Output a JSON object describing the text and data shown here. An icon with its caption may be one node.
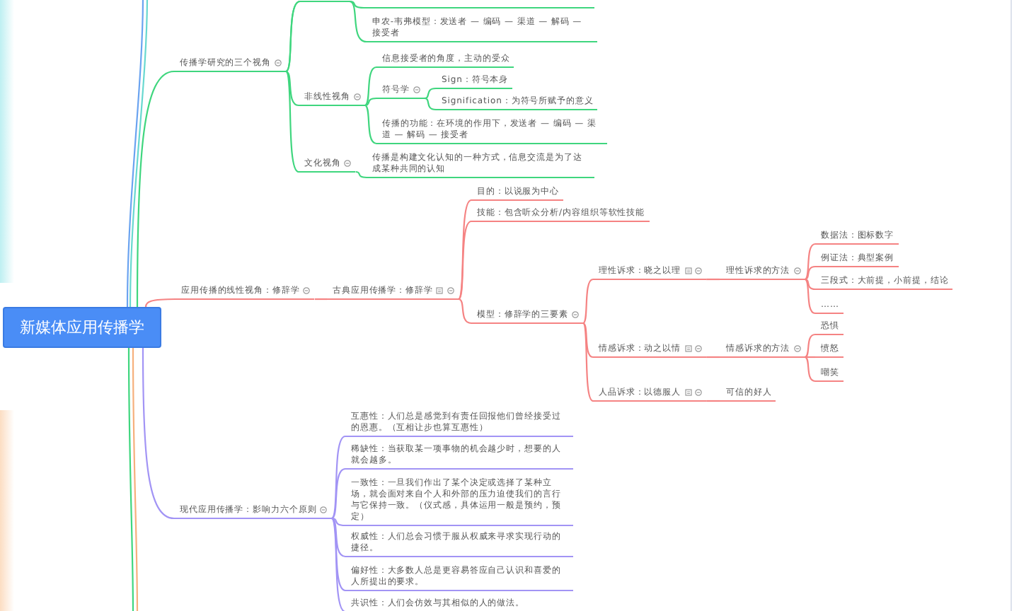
{
  "diagram": {
    "nodes": [
      {
        "text": [
          "新媒体应用传播学"
        ]
      },
      {
        "text": [
          "传播学研究的三个视角"
        ]
      },
      {
        "text": [],
        "shape": "line"
      },
      {
        "text": [
          "申农-韦弗模型：发送者 — 编码 — 渠道 — 解码 — 接受者"
        ]
      },
      {
        "text": [
          "非线性视角"
        ]
      },
      {
        "text": [
          "信息接受者的角度，主动的受众"
        ]
      },
      {
        "text": [
          "符号学"
        ]
      },
      {
        "text": [
          "Sign：符号本身"
        ]
      },
      {
        "text": [
          "Signification：为符号所赋予的意义"
        ]
      },
      {
        "text": [
          "传播的功能：在环境的作用下，发送者 — 编码 — 渠道 — 解码 — 接受者"
        ]
      },
      {
        "text": [
          "文化视角"
        ]
      },
      {
        "text": [
          "传播是构建文化认知的一种方式，信息交流是为了达成某种共同的认知"
        ]
      },
      {
        "text": [
          "应用传播的线性视角：修辞学"
        ]
      },
      {
        "text": [
          "古典应用传播学：修辞学"
        ]
      },
      {
        "text": [
          "目的：以说服为中心"
        ]
      },
      {
        "text": [
          "技能：包含听众分析/内容组织等软性技能"
        ]
      },
      {
        "text": [
          "模型：修辞学的三要素"
        ]
      },
      {
        "text": [
          "理性诉求：晓之以理"
        ]
      },
      {
        "text": [
          "理性诉求的方法"
        ]
      },
      {
        "text": [
          "数据法：图标数字"
        ]
      },
      {
        "text": [
          "例证法：典型案例"
        ]
      },
      {
        "text": [
          "三段式：大前提，小前提，结论"
        ]
      },
      {
        "text": [
          "……"
        ]
      },
      {
        "text": [
          "情感诉求：动之以情"
        ]
      },
      {
        "text": [
          "情感诉求的方法"
        ]
      },
      {
        "text": [
          "恐惧"
        ]
      },
      {
        "text": [
          "愤怒"
        ]
      },
      {
        "text": [
          "嘲笑"
        ]
      },
      {
        "text": [
          "人品诉求：以德服人"
        ]
      },
      {
        "text": [
          "可信的好人"
        ]
      },
      {
        "text": [
          "现代应用传播学：影响力六个原则"
        ]
      },
      {
        "text": [
          "互惠性：人们总是感觉到有责任回报他们曾经接受过的恩惠。（互相让步也算互惠性）"
        ]
      },
      {
        "text": [
          "稀缺性：当获取某一项事物的机会越少时，想要的人就会越多。"
        ]
      },
      {
        "text": [
          "一致性：一旦我们作出了某个决定或选择了某种立场，就会面对来自个人和外部的压力迫使我们的言行与它保持一致。（仪式感，具体运用一般是预约，预定）"
        ]
      },
      {
        "text": [
          "权威性：人们总会习惯于服从权威来寻求实现行动的捷径。"
        ]
      },
      {
        "text": [
          "偏好性：大多数人总是更容易答应自己认识和喜爱的人所提出的要求。"
        ]
      },
      {
        "text": [
          "共识性：人们会仿效与其相似的人的做法。"
        ]
      }
    ],
    "edges": [
      {
        "from": 0,
        "to": 1,
        "arrow": "none",
        "color": "#3fd67e"
      },
      {
        "from": 1,
        "to": 2,
        "arrow": "none",
        "color": "#3fd67e"
      },
      {
        "from": 1,
        "to": 3,
        "arrow": "none",
        "color": "#3fd67e"
      },
      {
        "from": 1,
        "to": 4,
        "arrow": "none",
        "color": "#3fd67e"
      },
      {
        "from": 4,
        "to": 5,
        "arrow": "none",
        "color": "#3fd67e"
      },
      {
        "from": 4,
        "to": 6,
        "arrow": "none",
        "color": "#3fd67e"
      },
      {
        "from": 6,
        "to": 7,
        "arrow": "none",
        "color": "#3fd67e"
      },
      {
        "from": 6,
        "to": 8,
        "arrow": "none",
        "color": "#3fd67e"
      },
      {
        "from": 4,
        "to": 9,
        "arrow": "none",
        "color": "#3fd67e"
      },
      {
        "from": 1,
        "to": 10,
        "arrow": "none",
        "color": "#3fd67e"
      },
      {
        "from": 10,
        "to": 11,
        "arrow": "none",
        "color": "#3fd67e"
      },
      {
        "from": 0,
        "to": 12,
        "arrow": "none"
      },
      {
        "from": 12,
        "to": 13,
        "arrow": "none"
      },
      {
        "from": 13,
        "to": 14,
        "arrow": "none"
      },
      {
        "from": 13,
        "to": 15,
        "arrow": "none"
      },
      {
        "from": 13,
        "to": 16,
        "arrow": "none"
      },
      {
        "from": 16,
        "to": 17,
        "arrow": "none"
      },
      {
        "from": 17,
        "to": 18,
        "arrow": "none"
      },
      {
        "from": 18,
        "to": 19,
        "arrow": "none"
      },
      {
        "from": 18,
        "to": 20,
        "arrow": "none"
      },
      {
        "from": 18,
        "to": 21,
        "arrow": "none"
      },
      {
        "from": 18,
        "to": 22,
        "arrow": "none"
      },
      {
        "from": 16,
        "to": 23,
        "arrow": "none"
      },
      {
        "from": 23,
        "to": 24,
        "arrow": "none"
      },
      {
        "from": 24,
        "to": 25,
        "arrow": "none"
      },
      {
        "from": 24,
        "to": 26,
        "arrow": "none"
      },
      {
        "from": 24,
        "to": 27,
        "arrow": "none"
      },
      {
        "from": 16,
        "to": 28,
        "arrow": "none"
      },
      {
        "from": 28,
        "to": 29,
        "arrow": "none"
      },
      {
        "from": 0,
        "to": 30,
        "arrow": "none",
        "color": "#a294f5"
      },
      {
        "from": 30,
        "to": 31,
        "arrow": "none",
        "color": "#a294f5"
      },
      {
        "from": 30,
        "to": 32,
        "arrow": "none",
        "color": "#a294f5"
      },
      {
        "from": 30,
        "to": 33,
        "arrow": "none",
        "color": "#a294f5"
      },
      {
        "from": 30,
        "to": 34,
        "arrow": "none",
        "color": "#a294f5"
      },
      {
        "from": 30,
        "to": 35,
        "arrow": "none",
        "color": "#a294f5"
      },
      {
        "from": 30,
        "to": 36,
        "arrow": "none",
        "color": "#a294f5"
      }
    ]
  }
}
